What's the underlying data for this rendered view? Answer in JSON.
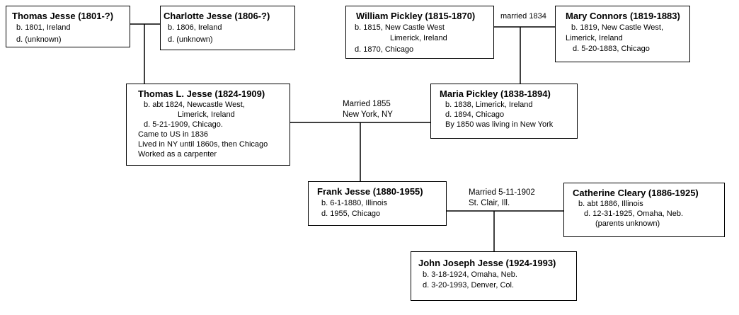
{
  "people": {
    "thomas_sr": {
      "name": "Thomas Jesse (1801-?)",
      "lines": [
        "b. 1801, Ireland",
        "d. (unknown)"
      ]
    },
    "charlotte": {
      "name": "Charlotte Jesse (1806-?)",
      "lines": [
        "b. 1806, Ireland",
        "d. (unknown)"
      ]
    },
    "william": {
      "name": "William Pickley (1815-1870)",
      "lines": [
        "b. 1815, New Castle West",
        "Limerick, Ireland",
        "d. 1870, Chicago"
      ]
    },
    "mary": {
      "name": "Mary Connors (1819-1883)",
      "lines": [
        "b. 1819, New Castle West,",
        "Limerick, Ireland",
        "d. 5-20-1883, Chicago"
      ]
    },
    "thomas_l": {
      "name": "Thomas L. Jesse (1824-1909)",
      "lines": [
        "b. abt 1824, Newcastle West,",
        "Limerick, Ireland",
        "d. 5-21-1909, Chicago.",
        "Came to US in 1836",
        "Lived in NY until 1860s, then Chicago",
        "Worked as a carpenter"
      ]
    },
    "maria": {
      "name": "Maria Pickley (1838-1894)",
      "lines": [
        "b. 1838, Limerick, Ireland",
        "d. 1894, Chicago",
        "By 1850 was living in New York"
      ]
    },
    "frank": {
      "name": "Frank Jesse (1880-1955)",
      "lines": [
        "b. 6-1-1880, Illinois",
        "d. 1955, Chicago"
      ]
    },
    "catherine": {
      "name": "Catherine Cleary (1886-1925)",
      "lines": [
        "b. abt 1886, Illinois",
        "d. 12-31-1925, Omaha, Neb.",
        "(parents unknown)"
      ]
    },
    "john": {
      "name": "John Joseph Jesse (1924-1993)",
      "lines": [
        "b. 3-18-1924, Omaha, Neb.",
        "d. 3-20-1993, Denver, Col."
      ]
    }
  },
  "marriages": {
    "pickley": "married 1834",
    "jesse_pickley": [
      "Married 1855",
      "New York, NY"
    ],
    "jesse_cleary": [
      "Married 5-11-1902",
      "St. Clair, Ill."
    ]
  }
}
